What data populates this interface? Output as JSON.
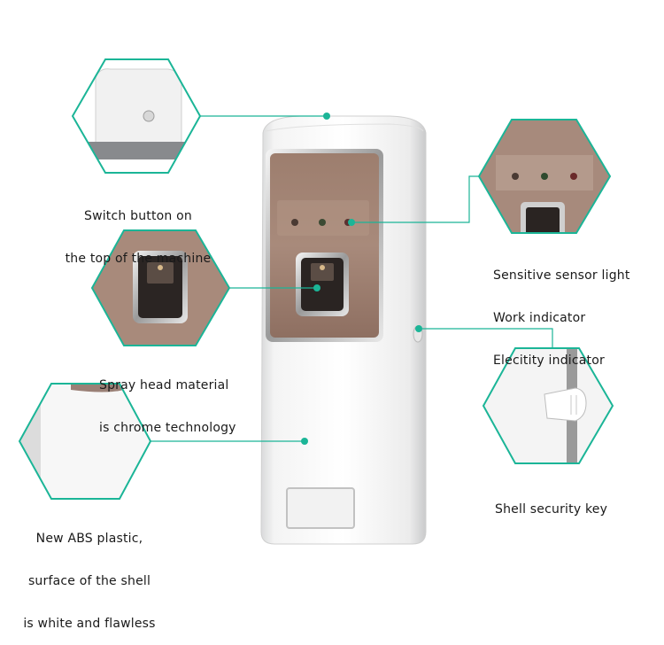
{
  "accent_color": "#1bb597",
  "labels": {
    "switch": {
      "line1": "Switch button on",
      "line2": "the top of the machine"
    },
    "sensor": {
      "line1": "Sensitive sensor light",
      "line2": "Work indicator",
      "line3": "Elecitity indicator"
    },
    "spray": {
      "line1": "Spray head material",
      "line2": "is chrome technology"
    },
    "key": {
      "line1": "Shell security key"
    },
    "abs": {
      "line1": "New ABS plastic,",
      "line2": "surface of the shell",
      "line3": "is white and flawless"
    }
  },
  "icons": [
    "switch-button-closeup",
    "sensor-light-closeup",
    "spray-head-closeup",
    "security-key-closeup",
    "shell-surface-closeup"
  ]
}
